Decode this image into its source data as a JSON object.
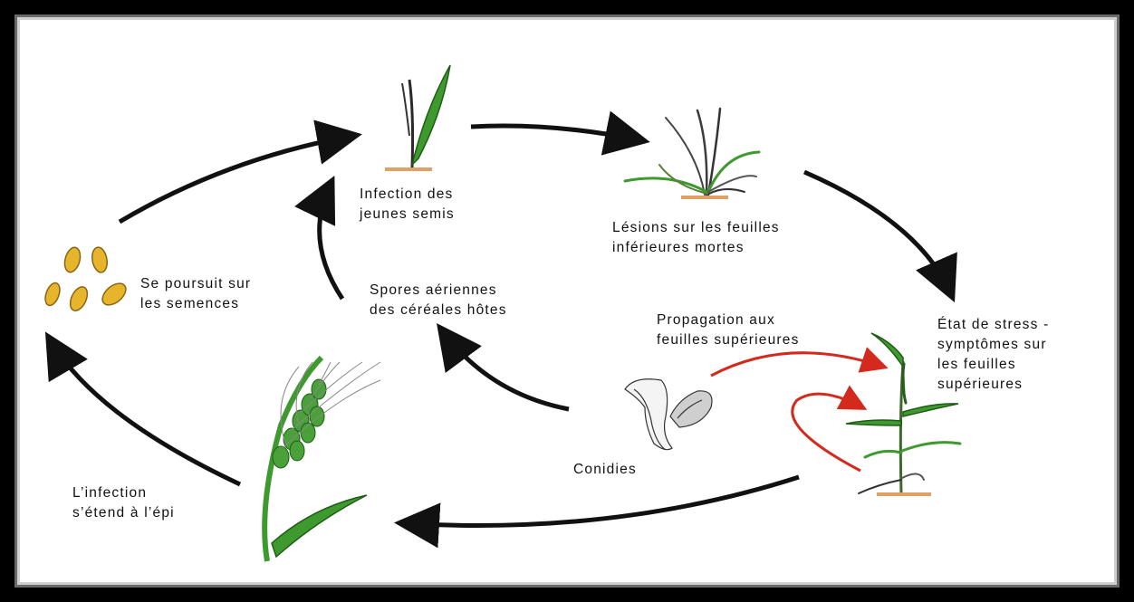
{
  "diagram": {
    "labels": {
      "seedling": "Infection des\njeunes semis",
      "lower_leaves": "Lésions sur les feuilles\ninférieures mortes",
      "stress": "État de stress -\nsymptômes sur\nles feuilles\nsupérieures",
      "seeds": "Se poursuit sur\nles semences",
      "airborne": "Spores aériennes\ndes céréales hôtes",
      "propagation": "Propagation aux\nfeuilles supérieures",
      "conidia": "Conidies",
      "ear": "L’infection\ns’étend à l’épi"
    },
    "colors": {
      "cycle_arrow": "#111111",
      "spread_arrow": "#d42a1e",
      "leaf_green": "#3e9a2e",
      "seed_yellow": "#e7b52c",
      "soil_line": "#e0a167"
    }
  }
}
